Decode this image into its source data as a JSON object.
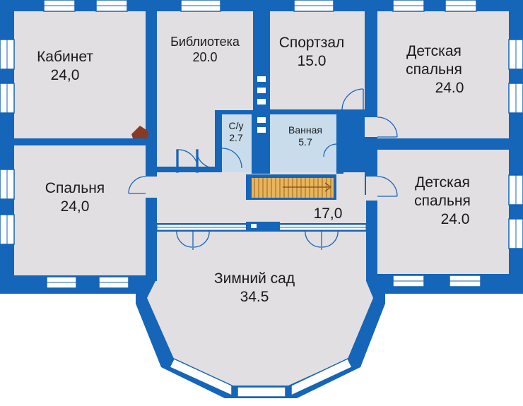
{
  "floor_plan": {
    "colors": {
      "wall": "#1565b8",
      "room": "#e2dfe2",
      "tile": "#c9dcec",
      "window": "#ffffff",
      "stairs": "#e8b45c",
      "fireplace": "#8a3a22"
    },
    "rooms": {
      "cabinet": {
        "name": "Кабинет",
        "area": "24,0"
      },
      "library": {
        "name": "Библиотека",
        "area": "20.0"
      },
      "gym": {
        "name": "Спортзал",
        "area": "15.0"
      },
      "kids1": {
        "name_line1": "Детская",
        "name_line2": "спальня",
        "area": "24.0"
      },
      "wc": {
        "name": "С/у",
        "area": "2.7"
      },
      "bath": {
        "name": "Ванная",
        "area": "5.7"
      },
      "bedroom": {
        "name": "Спальня",
        "area": "24,0"
      },
      "hall": {
        "area": "17,0"
      },
      "kids2": {
        "name_line1": "Детская",
        "name_line2": "спальня",
        "area": "24.0"
      },
      "garden": {
        "name": "Зимний сад",
        "area": "34.5"
      }
    }
  }
}
